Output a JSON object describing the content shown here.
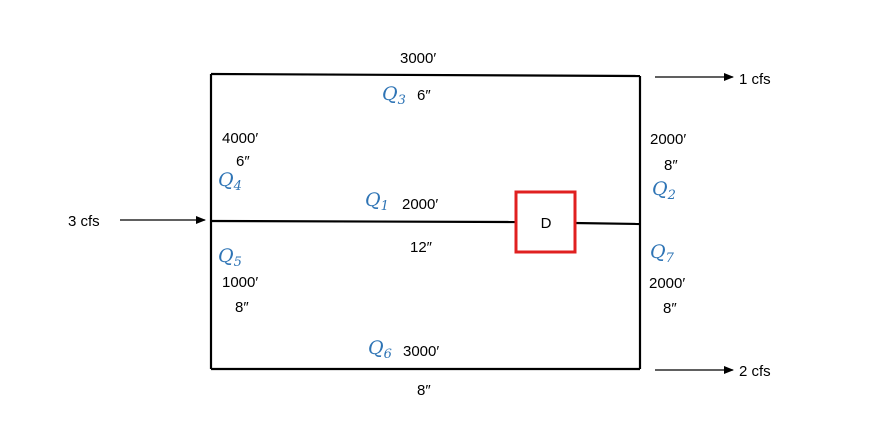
{
  "inflow": {
    "label": "3 cfs"
  },
  "outflows": [
    {
      "label": "1 cfs"
    },
    {
      "label": "2 cfs"
    }
  ],
  "device": {
    "label": "D",
    "border_color": "#e02020"
  },
  "flow_color": "#2e74b5",
  "pipes": {
    "q1": {
      "symbol": "Q",
      "sub": "1",
      "length": "2000′",
      "diameter": "12″"
    },
    "q2": {
      "symbol": "Q",
      "sub": "2",
      "length": "2000′",
      "diameter": "8″"
    },
    "q3": {
      "symbol": "Q",
      "sub": "3",
      "length": "3000′",
      "diameter": "6″"
    },
    "q4": {
      "symbol": "Q",
      "sub": "4",
      "length": "4000′",
      "diameter": "6″"
    },
    "q5": {
      "symbol": "Q",
      "sub": "5",
      "length": "1000′",
      "diameter": "8″"
    },
    "q6": {
      "symbol": "Q",
      "sub": "6",
      "length": "3000′",
      "diameter": "8″"
    },
    "q7": {
      "symbol": "Q",
      "sub": "7",
      "length": "2000′",
      "diameter": "8″"
    }
  }
}
